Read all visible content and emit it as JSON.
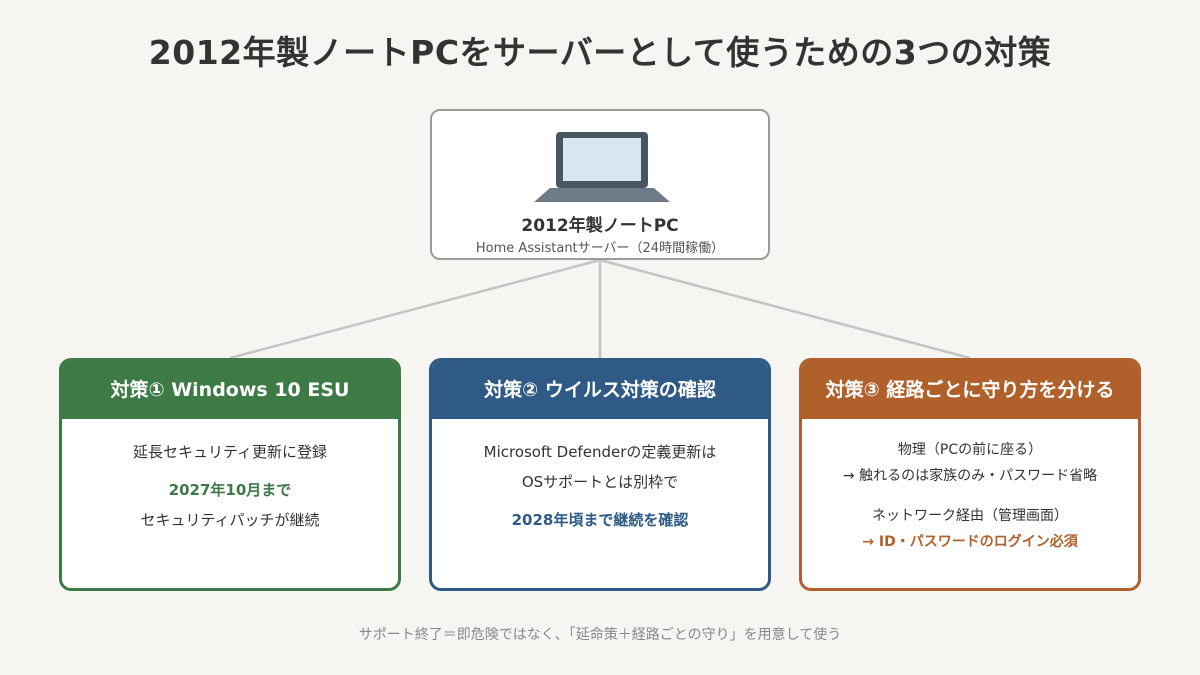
{
  "title": "2012年製ノートPCをサーバーとして使うための3つの対策",
  "center": {
    "title": "2012年製ノートPC",
    "subtitle": "Home Assistantサーバー（24時間稼働）",
    "icon": "laptop-icon"
  },
  "cards": [
    {
      "header": "対策① Windows 10 ESU",
      "color": "#3d7a45",
      "line1": "延長セキュリティ更新に登録",
      "highlight": "2027年10月まで",
      "line2": "セキュリティパッチが継続"
    },
    {
      "header": "対策② ウイルス対策の確認",
      "color": "#2e5a85",
      "line1": "Microsoft Defenderの定義更新は",
      "line2": "OSサポートとは別枠で",
      "highlight": "2028年頃まで継続を確認"
    },
    {
      "header": "対策③ 経路ごとに守り方を分ける",
      "color": "#b0612b",
      "line1": "物理（PCの前に座る）",
      "line2": "→ 触れるのは家族のみ・パスワード省略",
      "line3": "ネットワーク経由（管理画面）",
      "highlight": "→ ID・パスワードのログイン必須"
    }
  ],
  "footer": "サポート終了＝即危険ではなく、「延命策＋経路ごとの守り」を用意して使う"
}
